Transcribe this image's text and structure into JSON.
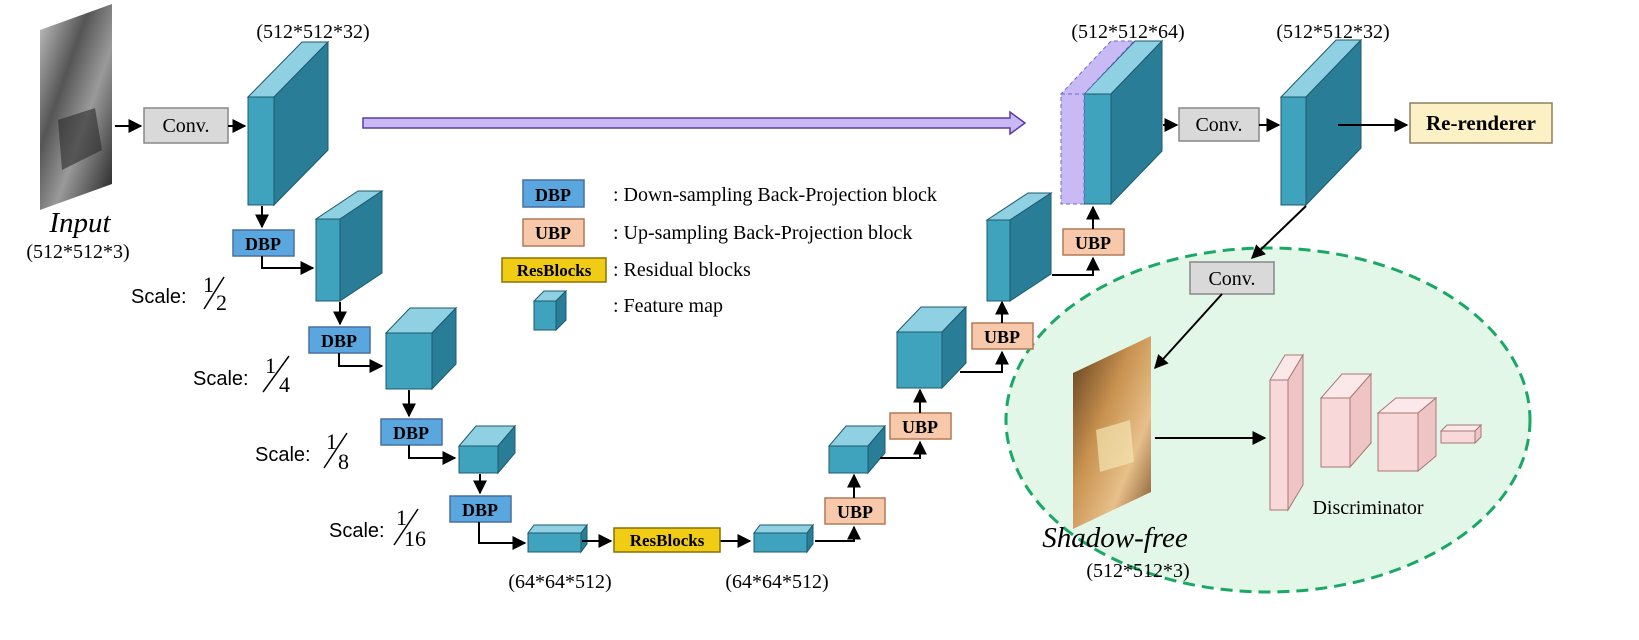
{
  "input": {
    "label": "Input",
    "dims": "(512*512*3)"
  },
  "conv_label": "Conv.",
  "enc0_dims": "(512*512*32)",
  "dbp_label": "DBP",
  "ubp_label": "UBP",
  "resblocks_label": "ResBlocks",
  "scale_word": "Scale:",
  "scales": [
    {
      "num": "1",
      "den": "2"
    },
    {
      "num": "1",
      "den": "4"
    },
    {
      "num": "1",
      "den": "8"
    },
    {
      "num": "1",
      "den": "16"
    }
  ],
  "bottleneck_dims": [
    "(64*64*512)",
    "(64*64*512)"
  ],
  "concat_dims": "(512*512*64)",
  "out_dims": "(512*512*32)",
  "rerenderer_label": "Re-renderer",
  "legend": [
    {
      "key": "DBP",
      "desc": ": Down-sampling Back-Projection block"
    },
    {
      "key": "UBP",
      "desc": ": Up-sampling Back-Projection block"
    },
    {
      "key": "ResBlocks",
      "desc": ": Residual blocks"
    },
    {
      "key": "",
      "desc": ": Feature map"
    }
  ],
  "shadow_free": {
    "label": "Shadow-free",
    "dims": "(512*512*3)"
  },
  "discriminator_label": "Discriminator",
  "colors": {
    "cube_front": "#3fa3be",
    "cube_top": "#8fd0e2",
    "cube_side": "#2a7d96",
    "dbp_fill": "#5aa7e0",
    "ubp_fill": "#f7c9aa",
    "resblocks_fill": "#f0cc14",
    "conv_fill": "#d9d9d9",
    "rerenderer_fill": "#fbf1c4",
    "disc_fill": "#f8d8d8",
    "gan_region": "#e3f7e8",
    "gan_border": "#1aa866",
    "skip_arrow": "#c9b9f5"
  }
}
